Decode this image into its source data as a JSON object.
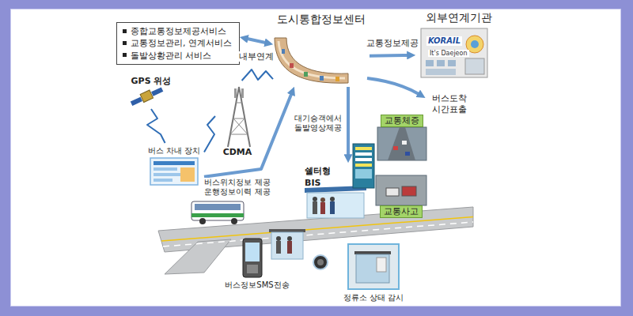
{
  "diagram": {
    "nodes": [
      {
        "text": [
          "종합교통정보제공서비스",
          "교통정보관리, 연계서비스",
          "돌발상황관리 서비스"
        ]
      },
      {
        "text": [
          "도시통합정보센터"
        ]
      },
      {
        "text": [
          "외부연계기관",
          "KORAIL",
          "It's Daejeon"
        ]
      },
      {
        "text": [
          "GPS 위성"
        ]
      },
      {
        "text": [
          "CDMA"
        ]
      },
      {
        "text": [
          "버스 차내 장치"
        ]
      },
      {
        "text": [
          "쉘터형 BIS"
        ]
      },
      {
        "text": [
          "교통체증"
        ]
      },
      {
        "text": [
          "교통사고"
        ]
      },
      {
        "text": [
          "버스정보SMS전송"
        ]
      },
      {
        "text": [
          "정류소 상태 감시"
        ]
      }
    ],
    "edges": [
      {
        "from": 0,
        "to": 1,
        "label": "내부연계",
        "arrow": "both"
      },
      {
        "from": 1,
        "to": 2,
        "label": "교통정보제공",
        "arrow": "to"
      },
      {
        "from": 1,
        "to": 6,
        "label": "대기승객에서 돌발영상제공",
        "arrow": "to"
      },
      {
        "from": 5,
        "to": 1,
        "label": "버스위치정보 제공 운행정보이력 제공",
        "arrow": "to"
      },
      {
        "from": 3,
        "to": 5,
        "arrow": "none"
      },
      {
        "from": 4,
        "to": 1,
        "arrow": "none"
      },
      {
        "from": 4,
        "to": 5,
        "arrow": "none"
      }
    ],
    "labels": [
      "버스도착 시간표출"
    ]
  }
}
